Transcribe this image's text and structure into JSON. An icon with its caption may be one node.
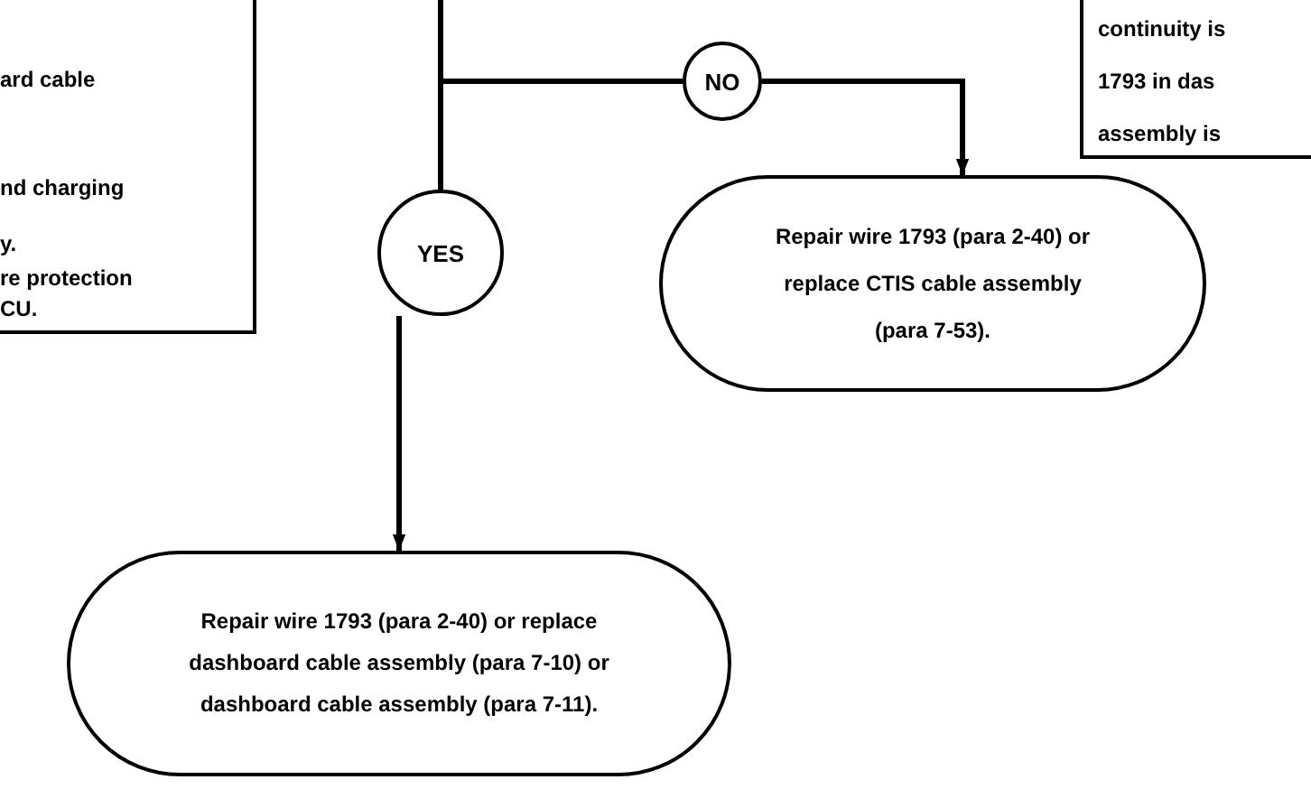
{
  "diagram": {
    "nodes": [
      {
        "text": [
          "ard cable",
          "nd charging",
          "y.",
          "re protection",
          "CU."
        ]
      },
      {
        "text": [
          "continuity is 1793 in das assembly is"
        ]
      },
      {
        "text": [
          "NO"
        ]
      },
      {
        "text": [
          "YES"
        ]
      },
      {
        "text": [
          "Repair wire 1793 (para 2-40) or replace CTIS cable assembly (para 7-53)."
        ]
      },
      {
        "text": [
          "Repair wire 1793 (para 2-40) or replace dashboard cable assembly (para 7-10) or dashboard cable assembly (para 7-11)."
        ]
      }
    ],
    "edges": [
      {
        "from": null,
        "to": 2,
        "arrow": "none"
      },
      {
        "from": null,
        "to": 3,
        "arrow": "none"
      },
      {
        "from": 2,
        "to": 4,
        "arrow": "to"
      },
      {
        "from": 3,
        "to": 5,
        "arrow": "to"
      }
    ]
  }
}
